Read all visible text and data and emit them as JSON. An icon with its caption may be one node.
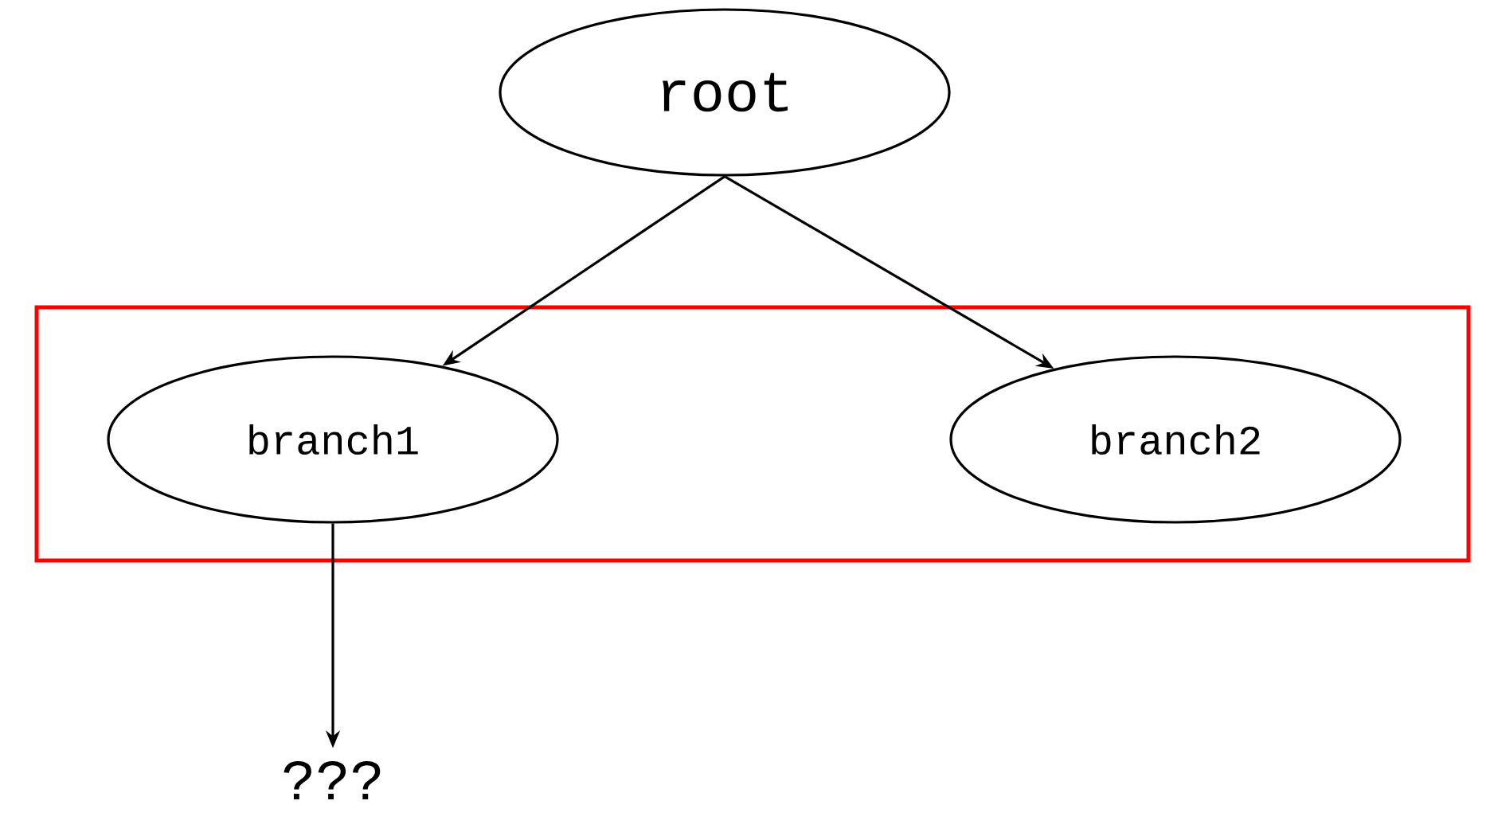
{
  "diagram": {
    "nodes": [
      {
        "text": [
          "root"
        ]
      },
      {
        "text": [],
        "shape": "box"
      },
      {
        "text": [
          "branch1"
        ],
        "in": 1
      },
      {
        "text": [
          "branch2"
        ],
        "in": 1
      },
      {
        "text": [
          "???"
        ]
      }
    ],
    "edges": [
      {
        "from": 0,
        "to": 2,
        "arrow": "to"
      },
      {
        "from": 0,
        "to": 3,
        "arrow": "to"
      },
      {
        "from": 2,
        "to": 4,
        "arrow": "to"
      }
    ]
  }
}
